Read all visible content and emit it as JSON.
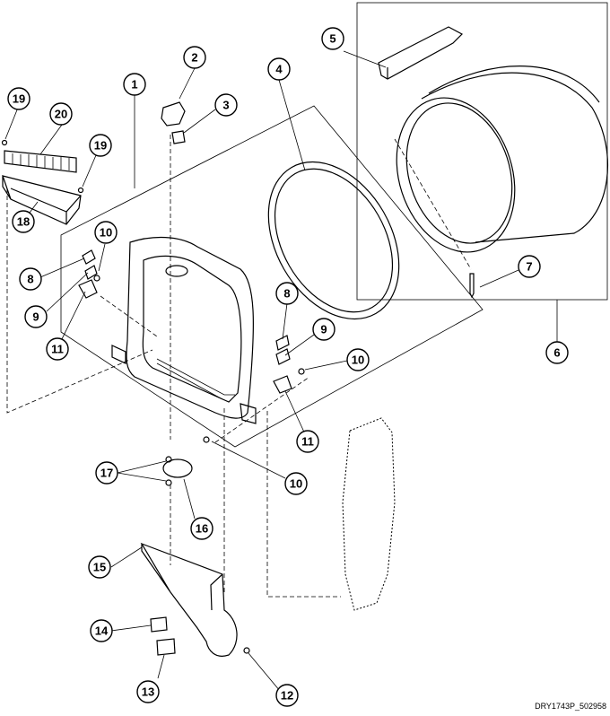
{
  "drawing_code": "DRY1743P_502958",
  "callouts": [
    "1",
    "2",
    "3",
    "4",
    "5",
    "6",
    "7",
    "8",
    "8",
    "9",
    "9",
    "10",
    "10",
    "10",
    "11",
    "11",
    "12",
    "13",
    "14",
    "15",
    "16",
    "17",
    "18",
    "19",
    "19",
    "20"
  ]
}
